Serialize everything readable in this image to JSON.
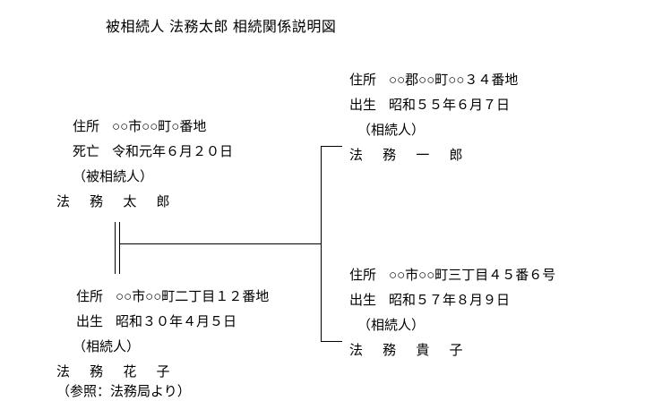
{
  "document": {
    "title": "被相続人 法務太郎 相続関係説明図",
    "footnote": "（参照：法務局より）"
  },
  "people": {
    "decedent": {
      "address_label": "住所",
      "address_value": "○○市○○町○番地",
      "date_label": "死亡",
      "date_value": "令和元年６月２０日",
      "role": "（被相続人）",
      "name": "法 務 太 郎"
    },
    "spouse": {
      "address_label": "住所",
      "address_value": "○○市○○町二丁目１２番地",
      "date_label": "出生",
      "date_value": "昭和３０年４月５日",
      "role": "（相続人）",
      "name": "法 務 花 子"
    },
    "child_first": {
      "address_label": "住所",
      "address_value": "○○郡○○町○○３４番地",
      "date_label": "出生",
      "date_value": "昭和５５年６月７日",
      "role": "（相続人）",
      "name": "法 務 一 郎"
    },
    "child_second": {
      "address_label": "住所",
      "address_value": "○○市○○町三丁目４５番６号",
      "date_label": "出生",
      "date_value": "昭和５７年８月９日",
      "role": "（相続人）",
      "name": "法 務 貴 子"
    }
  },
  "connectors": {
    "marriage_line": "double-vertical-line",
    "descent_trunk": "horizontal-line",
    "sibling_bracket": "vertical-bracket-line",
    "branch_to_first_child": "horizontal-stub",
    "branch_to_second_child": "horizontal-stub"
  },
  "colors": {
    "ink": "#000000",
    "paper": "#ffffff"
  }
}
